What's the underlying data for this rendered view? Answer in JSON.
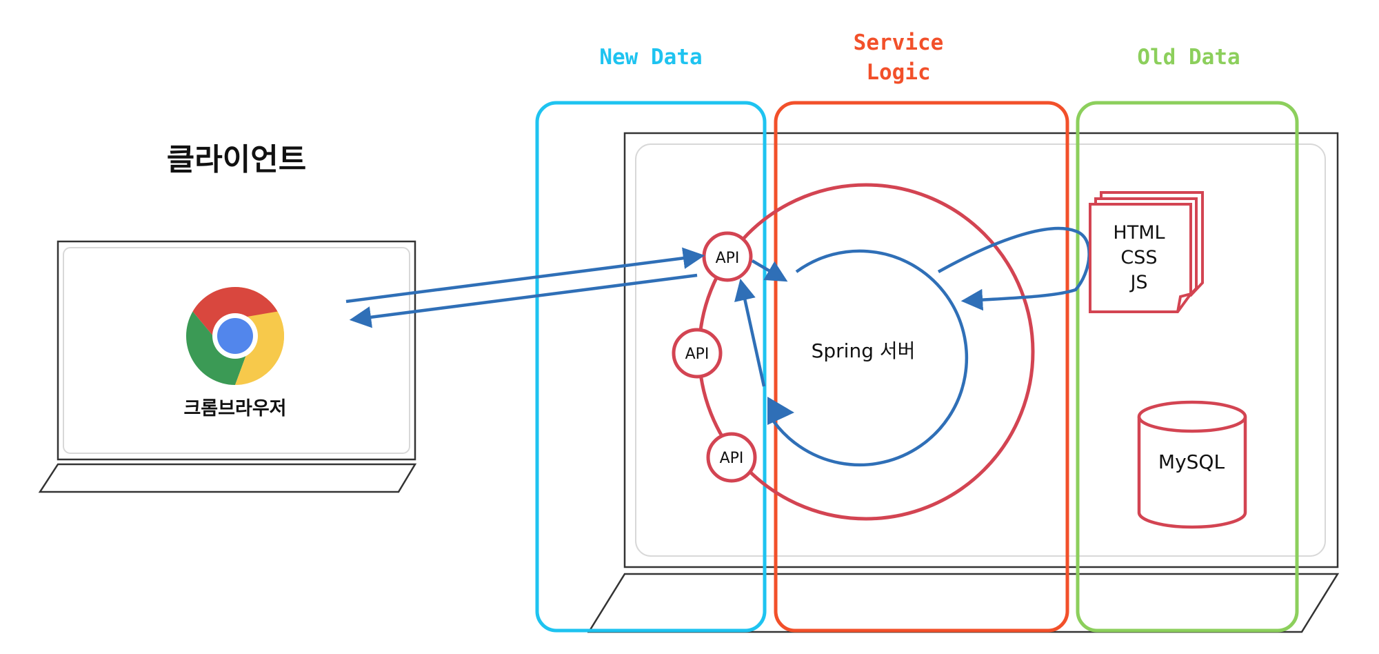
{
  "client": {
    "title": "클라이언트",
    "browser_label": "크롬브라우저",
    "browser_icon": "chrome-icon"
  },
  "regions": {
    "new_data": {
      "label": "New Data",
      "color": "#1ec3f0"
    },
    "service_logic": {
      "label_line1": "Service",
      "label_line2": "Logic",
      "color": "#f2502a"
    },
    "old_data": {
      "label": "Old Data",
      "color": "#8ccf5c"
    }
  },
  "server": {
    "spring_label": "Spring 서버",
    "api_labels": [
      "API",
      "API",
      "API"
    ],
    "static_files": [
      "HTML",
      "CSS",
      "JS"
    ],
    "database_label": "MySQL"
  },
  "colors": {
    "api_ring": "#d34452",
    "flow_arrow": "#2f6fb7",
    "device_outline": "#333333",
    "screen_inner": "#d8d8d8"
  }
}
